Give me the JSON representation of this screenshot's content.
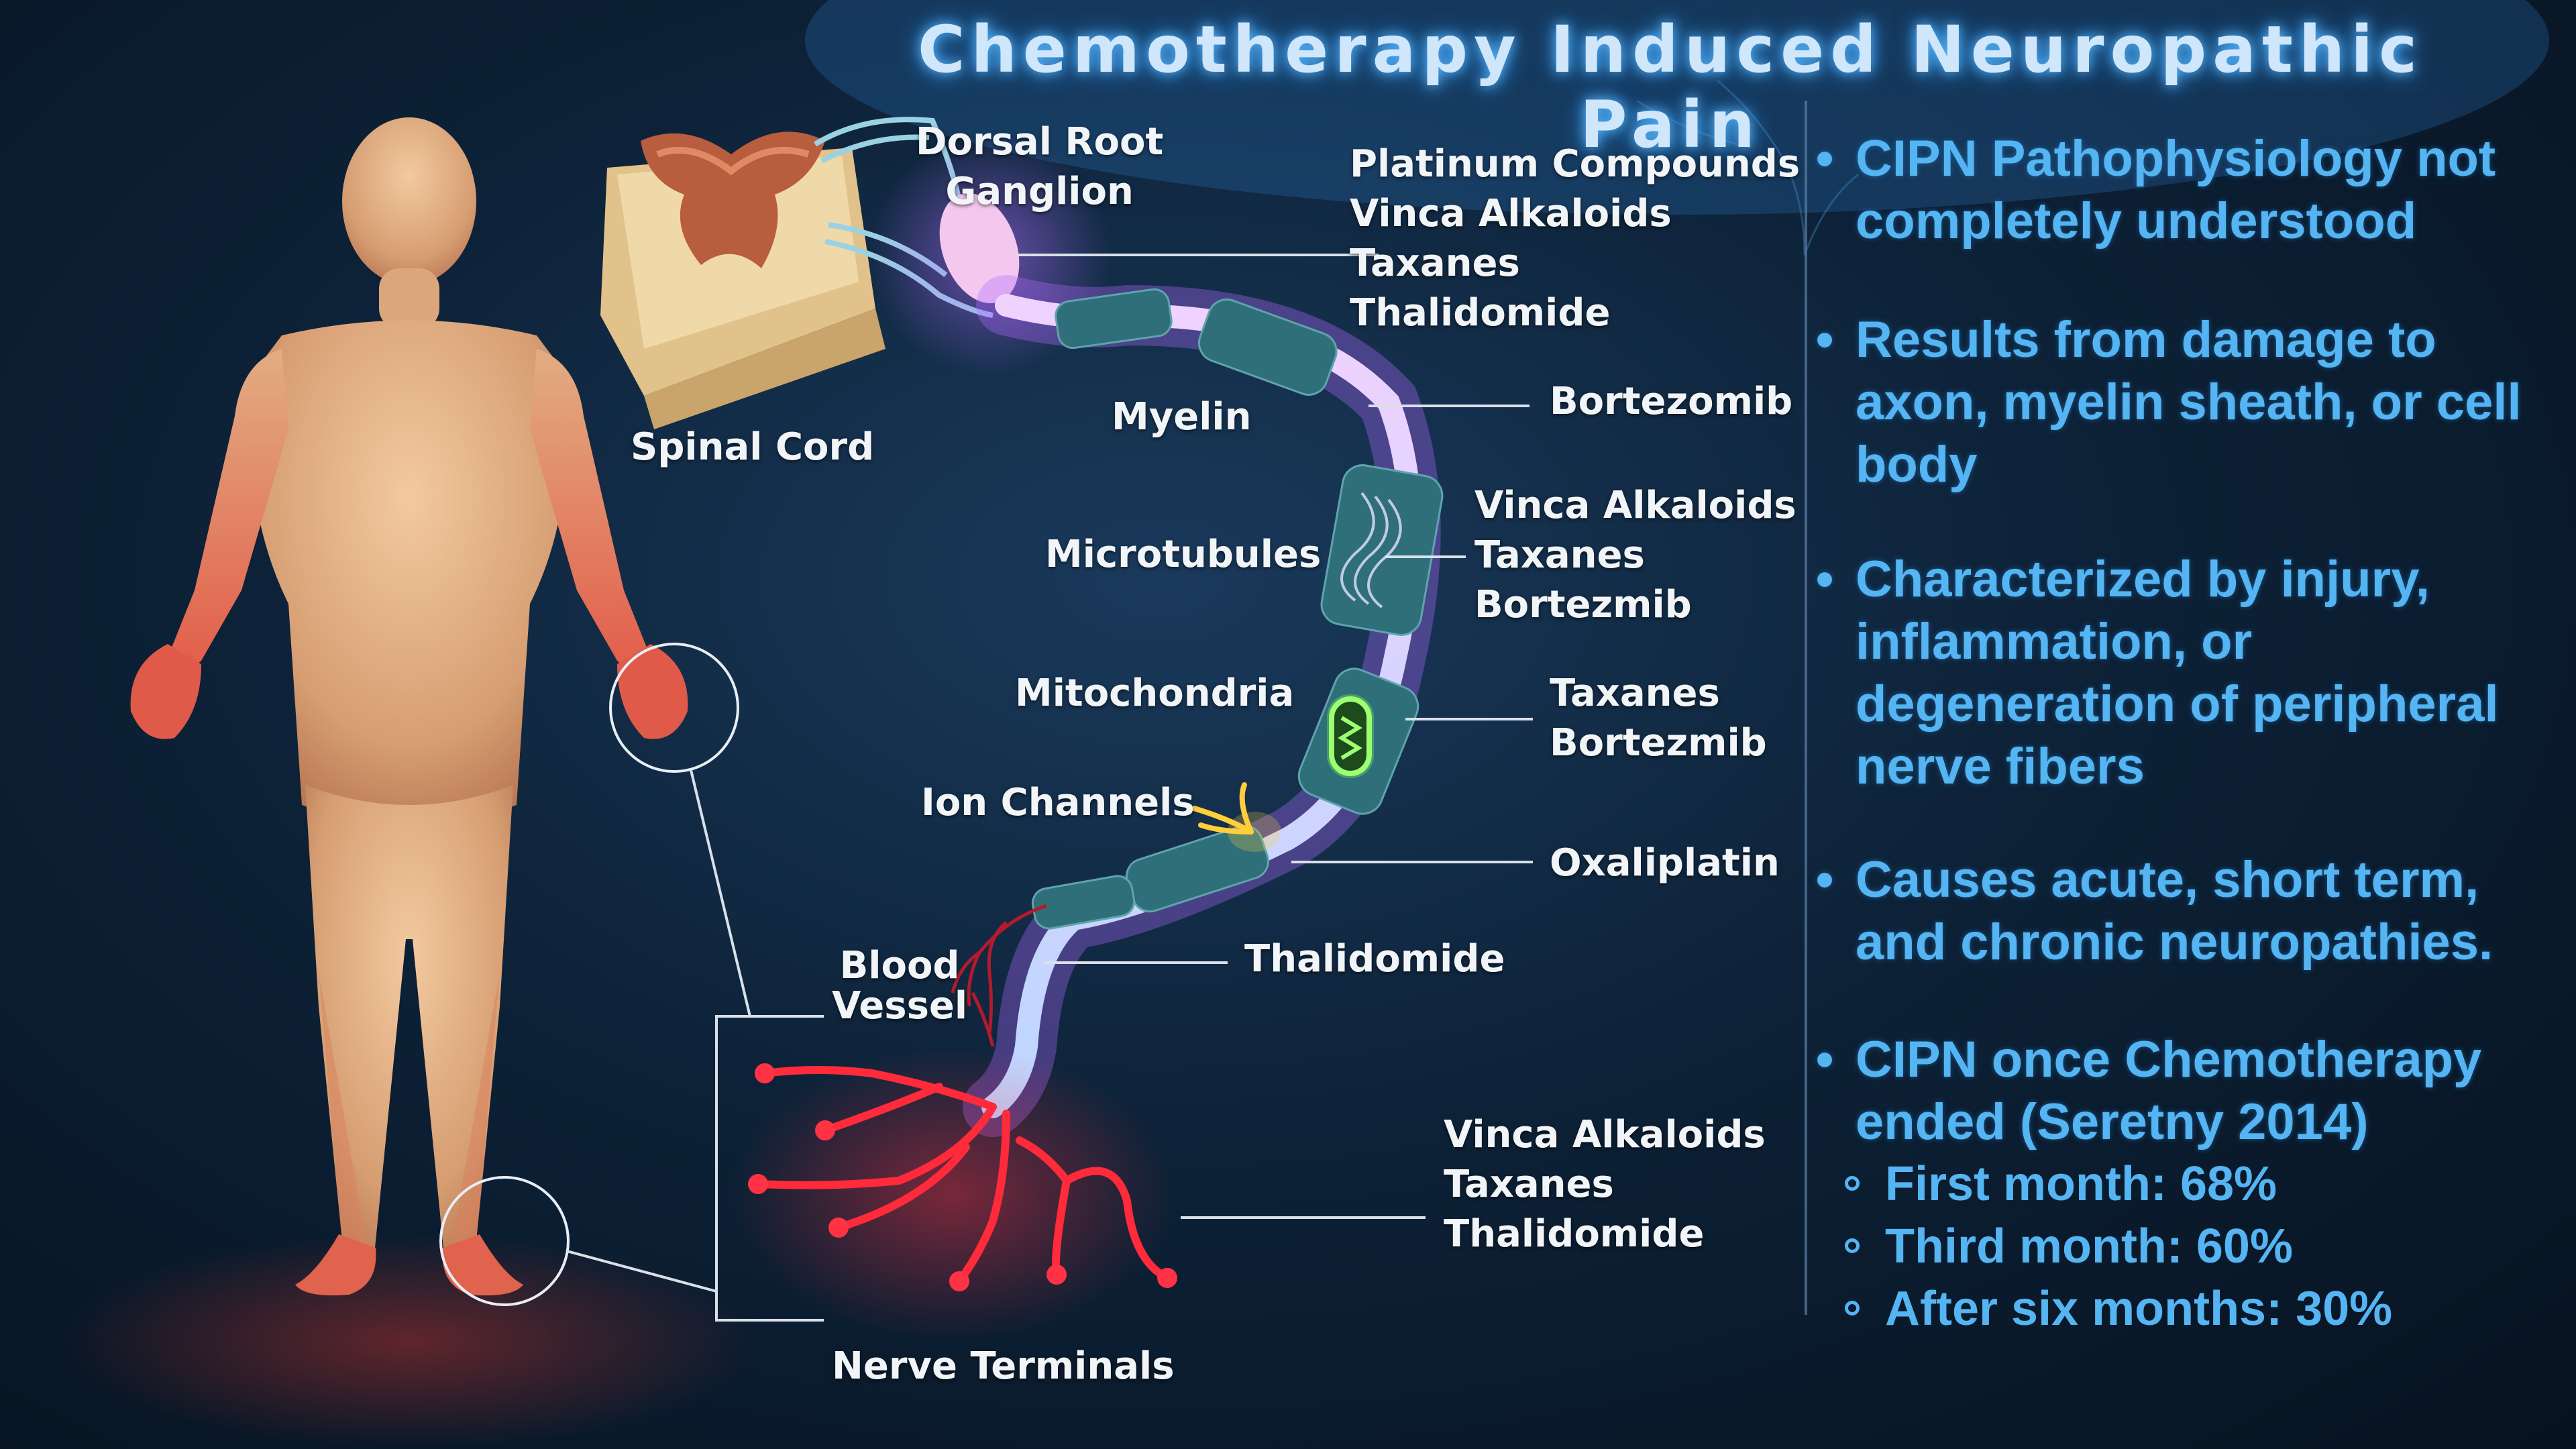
{
  "title": "Chemotherapy Induced Neuropathic Pain",
  "labels": {
    "dorsal_root_ganglion": [
      "Dorsal Root",
      "Ganglion"
    ],
    "spinal_cord": "Spinal Cord",
    "myelin": "Myelin",
    "microtubules": "Microtubules",
    "mitochondria": "Mitochondria",
    "ion_channels": "Ion Channels",
    "blood_vessel": [
      "Blood",
      "Vessel"
    ],
    "nerve_terminals": "Nerve Terminals"
  },
  "drug_groups": {
    "ganglion": [
      "Platinum Compounds",
      "Vinca Alkaloids",
      "Taxanes",
      "Thalidomide"
    ],
    "myelin": [
      "Bortezomib"
    ],
    "microtubules": [
      "Vinca Alkaloids",
      "Taxanes",
      "Bortezmib"
    ],
    "mitochondria": [
      "Taxanes",
      "Bortezmib"
    ],
    "ion_channels": [
      "Oxaliplatin"
    ],
    "blood_vessel": [
      "Thalidomide"
    ],
    "nerve_terminals": [
      "Vinca Alkaloids",
      "Taxanes",
      "Thalidomide"
    ]
  },
  "bullets": [
    "CIPN Pathophysiology not completely understood",
    "Results from damage to axon, myelin sheath, or cell body",
    "Characterized by injury, inflammation, or degeneration of peripheral nerve fibers",
    "Causes acute, short term, and chronic neuropathies.",
    "CIPN once Chemotherapy ended (Seretny 2014)"
  ],
  "sub_bullets": [
    "First month: 68%",
    "Third month: 60%",
    "After six months: 30%"
  ],
  "colors": {
    "title_glow": "#59b8ff",
    "bullet_text": "#55b4f2",
    "label_text": "#f2f5f8",
    "nerve_red": "#ff2a3a",
    "axon_glow": "#c07cff"
  }
}
